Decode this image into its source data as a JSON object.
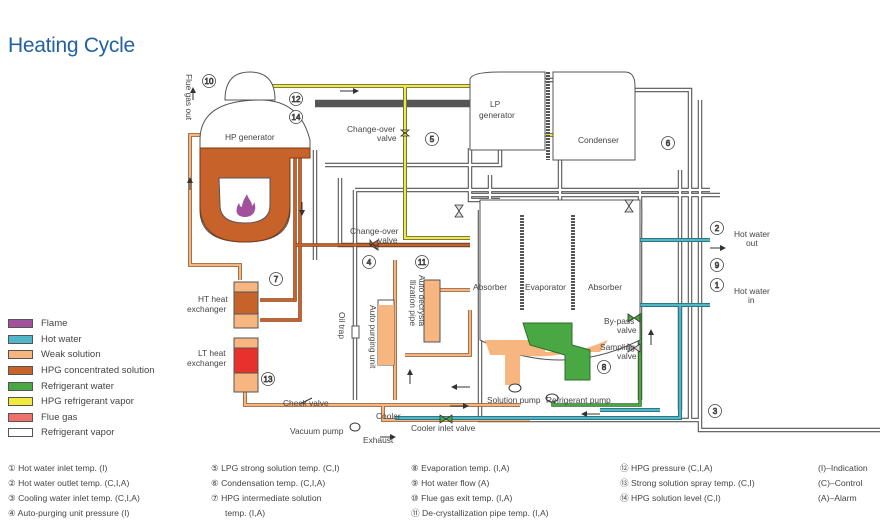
{
  "title": "Heating Cycle",
  "colors": {
    "flame": "#a2519c",
    "hot_water": "#4fb7c9",
    "weak_solution": "#f7b57f",
    "hpg_concentrated_solution": "#c7622a",
    "refrigerant_water": "#4aa844",
    "hpg_refrigerant_vapor": "#f0ea3c",
    "flue_gas": "#f0706e",
    "refrigerant_vapor": "#ffffff",
    "title": "#2362a2"
  },
  "legend": [
    {
      "label": "Flame",
      "color": "#a2519c"
    },
    {
      "label": "Hot water",
      "color": "#4fb7c9"
    },
    {
      "label": "Weak solution",
      "color": "#f7b57f"
    },
    {
      "label": "HPG concentrated solution",
      "color": "#c7622a"
    },
    {
      "label": "Refrigerant water",
      "color": "#4aa844"
    },
    {
      "label": "HPG refrigerant vapor",
      "color": "#f0ea3c"
    },
    {
      "label": "Flue gas",
      "color": "#f0706e"
    },
    {
      "label": "Refrigerant vapor",
      "color": "#ffffff"
    }
  ],
  "labels": {
    "flue_gas_out": "Flue gas out",
    "hp_generator": "HP generator",
    "lp_generator_1": "LP",
    "lp_generator_2": "generator",
    "change_over_valve_1a": "Change-over",
    "change_over_valve_1b": "valve",
    "change_over_valve_2a": "Change-over",
    "change_over_valve_2b": "valve",
    "condenser": "Condenser",
    "absorber_left": "Absorber",
    "evaporator": "Evaporator",
    "absorber_right": "Absorber",
    "hot_water_out_1": "Hot water",
    "hot_water_out_2": "out",
    "hot_water_in_1": "Hot water",
    "hot_water_in_2": "in",
    "ht_heat_exchanger_1": "HT heat",
    "ht_heat_exchanger_2": "exchanger",
    "lt_heat_exchanger_1": "LT heat",
    "lt_heat_exchanger_2": "exchanger",
    "oil_trap": "Oil trap",
    "auto_purging_unit": "Auto purging unit",
    "auto_decrystallization_1": "Auto decrysta",
    "auto_decrystallization_2": "llization pipe",
    "bypass_valve_1": "By-pass",
    "bypass_valve_2": "valve",
    "sampling_valve_1": "Sampling",
    "sampling_valve_2": "valve",
    "check_valve": "Check valve",
    "solution_pump": "Solution pump",
    "refrigerant_pump": "Refrigerant pump",
    "cooler": "Cooler",
    "cooler_inlet_valve": "Cooler inlet valve",
    "vacuum_pump": "Vacuum pump",
    "exhaust": "Exhaust"
  },
  "sensors": [
    "1",
    "2",
    "3",
    "4",
    "5",
    "6",
    "7",
    "8",
    "9",
    "10",
    "11",
    "12",
    "13",
    "14"
  ],
  "notes": [
    [
      "① Hot water inlet temp. (I)",
      "② Hot water outlet temp. (C,I,A)",
      "③ Cooling water inlet temp. (C,I,A)",
      "④ Auto-purging unit pressure (I)"
    ],
    [
      "⑤ LPG strong solution temp. (C,I)",
      "⑥ Condensation temp. (C,I,A)",
      "⑦ HPG intermediate solution",
      "temp. (I,A)"
    ],
    [
      "⑧ Evaporation temp. (I,A)",
      "⑨ Hot water flow (A)",
      "⑩ Flue gas exit temp. (I,A)",
      "⑪ De-crystallization pipe temp. (I,A)"
    ],
    [
      "⑫ HPG pressure (C,I,A)",
      "⑬ Strong solution spray temp. (C,I)",
      "⑭ HPG solution level (C,I)"
    ],
    [
      "(I)–Indication",
      "(C)–Control",
      "(A)–Alarm"
    ]
  ]
}
